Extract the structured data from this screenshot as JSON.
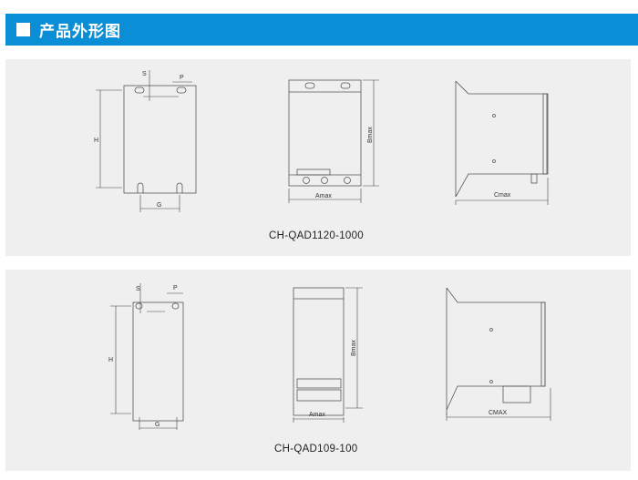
{
  "header": {
    "title": "产品外形图"
  },
  "products": [
    {
      "model": "CH-QAD1120-1000",
      "labels": {
        "s": "S",
        "p": "P",
        "h": "H",
        "g": "G",
        "bmax": "Bmax",
        "amax": "Amax",
        "cmax": "Cmax"
      }
    },
    {
      "model": "CH-QAD109-100",
      "labels": {
        "s": "S",
        "p": "P",
        "h": "H",
        "g": "G",
        "bmax": "Bmax",
        "amax": "Amax",
        "cmax": "CMAX"
      }
    }
  ],
  "colors": {
    "header": "#0a8fd6",
    "panel": "#efefef"
  }
}
